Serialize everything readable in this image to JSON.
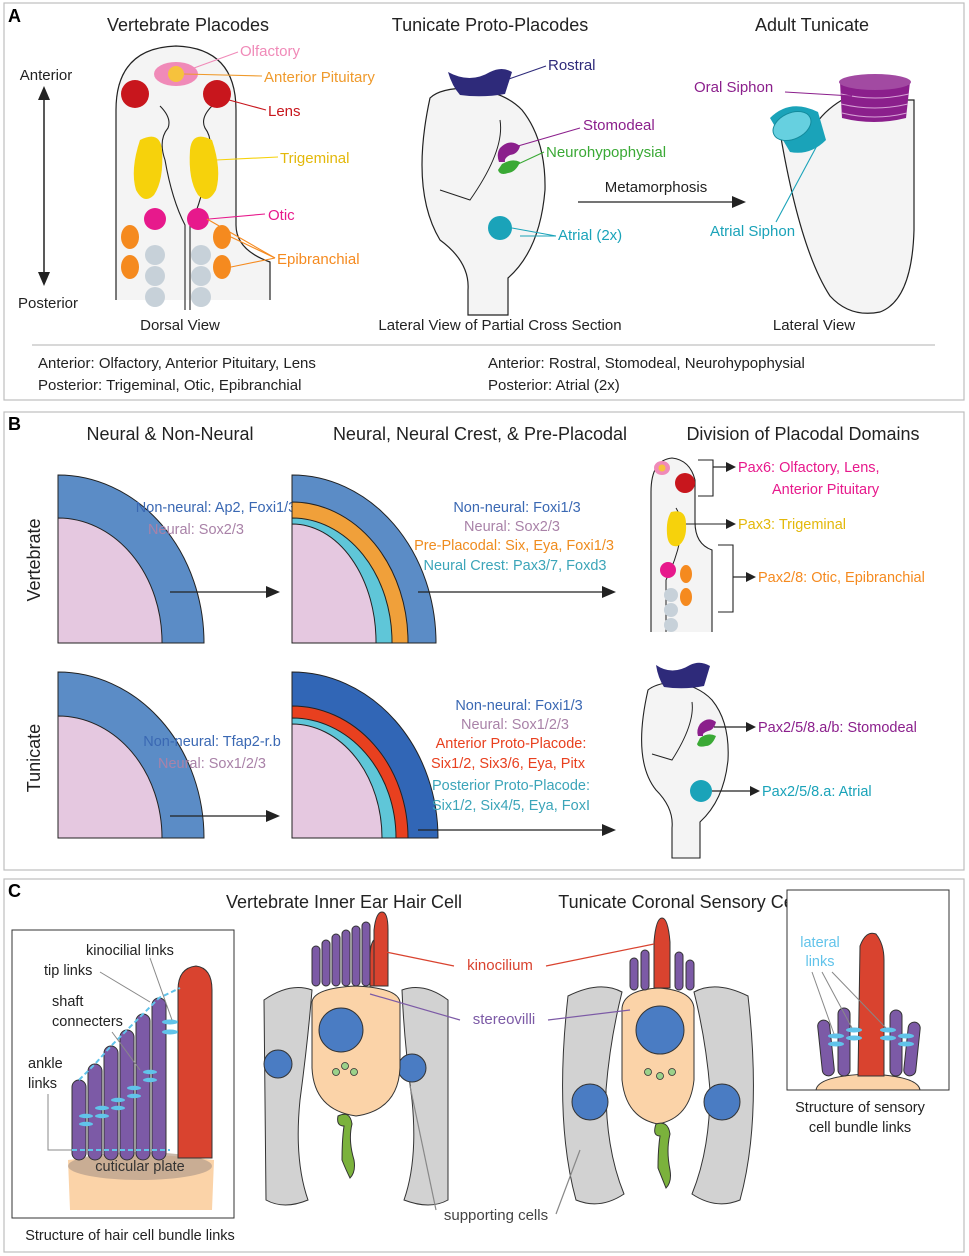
{
  "colors": {
    "pink": "#f08ab8",
    "orange_text": "#ef9a2c",
    "orange": "#f58a1f",
    "red": "#c8161d",
    "yellow": "#f6d20c",
    "magenta": "#e7198c",
    "grey_circle": "#c7d1d9",
    "navy": "#2e2a7a",
    "purple": "#8b1f8c",
    "green": "#3aa935",
    "teal": "#1aa3b9",
    "blue_text": "#3a68b3",
    "lilac_text": "#a982a8",
    "red_orange": "#e8401f",
    "cyan_text": "#3ca5b9",
    "mid_blue": "#5b8cc6",
    "dark_blue": "#3166b6",
    "lilac": "#e5c8e0",
    "cyan_band": "#5fc6d8",
    "kino_red": "#d9432f",
    "stereo_purple": "#7c5aa6",
    "link_blue": "#61c3ea",
    "peach": "#fbd3a8",
    "nucleus": "#4a7cc3",
    "support_grey": "#d2d2d2",
    "axon_green": "#7bb23c"
  },
  "panel_a": {
    "letter": "A",
    "vert_title": "Vertebrate Placodes",
    "tun_title": "Tunicate Proto-Placodes",
    "adult_title": "Adult Tunicate",
    "anterior": "Anterior",
    "posterior": "Posterior",
    "olfactory": "Olfactory",
    "anterior_pituitary": "Anterior Pituitary",
    "lens": "Lens",
    "trigeminal": "Trigeminal",
    "otic": "Otic",
    "epibranchial": "Epibranchial",
    "rostral": "Rostral",
    "stomodeal": "Stomodeal",
    "neurohypophysial": "Neurohypophysial",
    "atrial": "Atrial (2x)",
    "metamorphosis": "Metamorphosis",
    "oral_siphon": "Oral Siphon",
    "atrial_siphon": "Atrial Siphon",
    "dorsal_view": "Dorsal View",
    "lateral_partial": "Lateral View of Partial Cross Section",
    "lateral_view": "Lateral View",
    "sum_vert_ant": "Anterior: Olfactory, Anterior Pituitary, Lens",
    "sum_vert_post": "Posterior: Trigeminal, Otic, Epibranchial",
    "sum_tun_ant": "Anterior: Rostral, Stomodeal, Neurohypophysial",
    "sum_tun_post": "Posterior: Atrial (2x)"
  },
  "panel_b": {
    "letter": "B",
    "col1": "Neural & Non-Neural",
    "col2": "Neural, Neural Crest, & Pre-Placodal",
    "col3": "Division of Placodal Domains",
    "vertebrate": "Vertebrate",
    "tunicate": "Tunicate",
    "v1_nonneural": "Non-neural: Ap2, Foxi1/3",
    "v1_neural": "Neural: Sox2/3",
    "v2_nonneural": "Non-neural: Foxi1/3",
    "v2_neural": "Neural: Sox2/3",
    "v2_preplacodal": "Pre-Placodal: Six, Eya, Foxi1/3",
    "v2_crest": "Neural Crest: Pax3/7, Foxd3",
    "v3_pax6_a": "Pax6: Olfactory, Lens,",
    "v3_pax6_b": "Anterior Pituitary",
    "v3_pax3": "Pax3: Trigeminal",
    "v3_pax28": "Pax2/8: Otic, Epibranchial",
    "t1_nonneural": "Non-neural: Tfap2-r.b",
    "t1_neural": "Neural: Sox1/2/3",
    "t2_nonneural": "Non-neural: Foxi1/3",
    "t2_neural": "Neural: Sox1/2/3",
    "t2_ant_a": "Anterior Proto-Placode:",
    "t2_ant_b": "Six1/2, Six3/6, Eya, Pitx",
    "t2_post_a": "Posterior Proto-Placode:",
    "t2_post_b": "Six1/2, Six4/5, Eya, FoxI",
    "t3_stomo": "Pax2/5/8.a/b: Stomodeal",
    "t3_atrial": "Pax2/5/8.a: Atrial"
  },
  "panel_c": {
    "letter": "C",
    "vert_title": "Vertebrate Inner Ear Hair Cell",
    "tun_title": "Tunicate Coronal Sensory Cell",
    "kinocilial": "kinocilial links",
    "tip_links": "tip links",
    "shaft_a": "shaft",
    "shaft_b": "connecters",
    "ankle_a": "ankle",
    "ankle_b": "links",
    "cuticular": "cuticular plate",
    "left_caption": "Structure of hair cell bundle links",
    "kinocilium": "kinocilium",
    "stereovilli": "stereovilli",
    "supporting": "supporting cells",
    "lateral_a": "lateral",
    "lateral_b": "links",
    "right_caption_a": "Structure of sensory",
    "right_caption_b": "cell bundle links"
  }
}
